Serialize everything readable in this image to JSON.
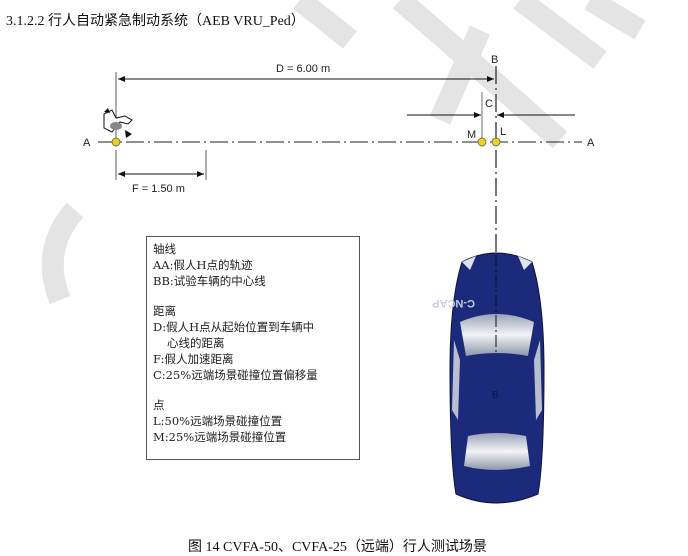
{
  "heading": "3.1.2.2 行人自动紧急制动系统（AEB VRU_Ped）",
  "diagram": {
    "d_label": "D = 6.00 m",
    "f_label": "F = 1.50 m",
    "c_label": "C",
    "b_label": "B",
    "b_car_label": "B",
    "a_left": "A",
    "a_right": "A",
    "m_label": "M",
    "l_label": "L",
    "car_logo": "C-NCAP",
    "car_color": "#1b2a7a",
    "point_color": "#e8d21e"
  },
  "legend": {
    "axis_heading": "轴线",
    "aa": "AA:假人H点的轨迹",
    "bb": "BB:试验车辆的中心线",
    "distance_heading": "距离",
    "d_line1": "D:假人H点从起始位置到车辆中",
    "d_line2": "心线的距离",
    "f": "F:假人加速距离",
    "c": "C:25%远端场景碰撞位置偏移量",
    "point_heading": "点",
    "l": "L:50%远端场景碰撞位置",
    "m": "M:25%远端场景碰撞位置"
  },
  "caption": "图 14 CVFA-50、CVFA-25（远端）行人测试场景"
}
